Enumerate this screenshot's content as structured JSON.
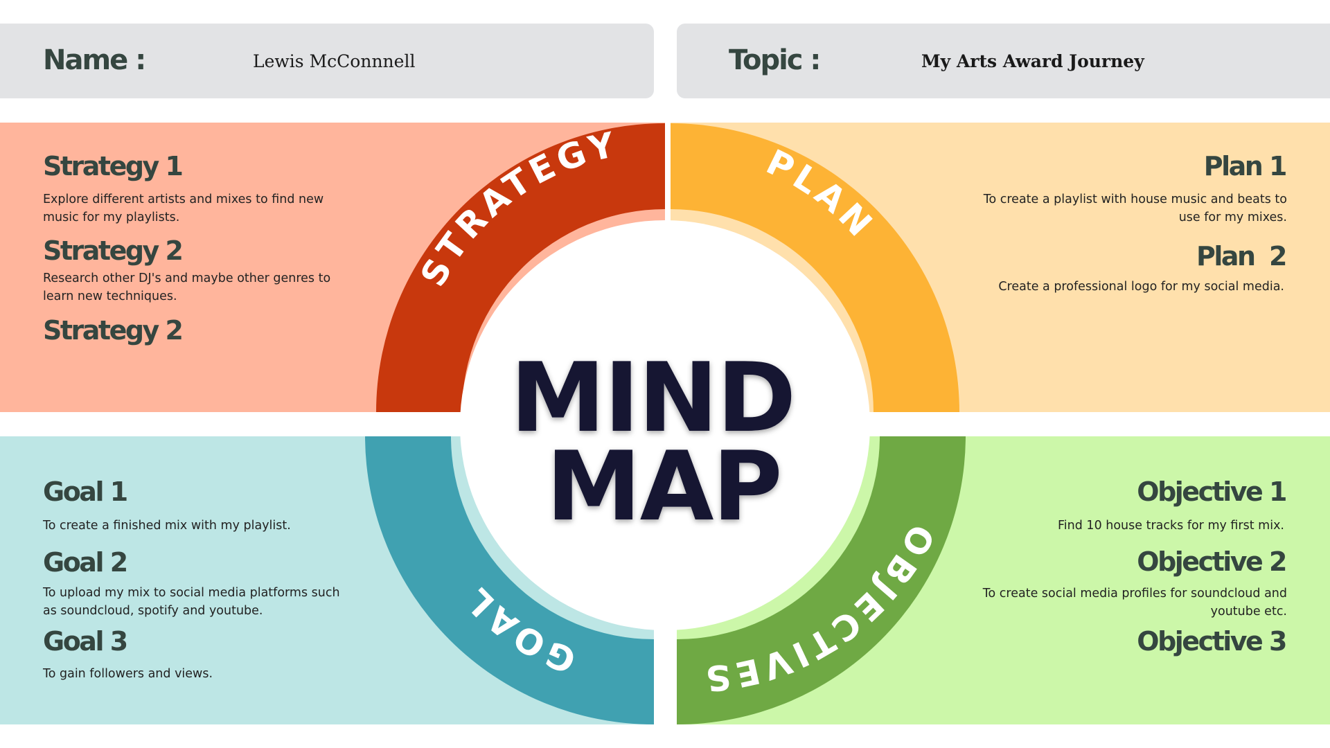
{
  "header": {
    "name_label": "Name :",
    "name_value": "Lewis McConnnell",
    "topic_label": "Topic :",
    "topic_value": "My Arts Award Journey"
  },
  "center": {
    "line1": "MIND",
    "line2": "MAP"
  },
  "segments": {
    "strategy": "STRATEGY",
    "plan": "PLAN",
    "goal": "GOAL",
    "objectives": "OBJECTIVES"
  },
  "strategy": {
    "items": [
      {
        "title": "Strategy 1",
        "text": "Explore different artists and mixes to find new music for my playlists."
      },
      {
        "title": "Strategy 2",
        "text": "Research other DJ's and maybe other genres to learn new techniques."
      },
      {
        "title": "Strategy 2",
        "text": ""
      }
    ]
  },
  "plan": {
    "items": [
      {
        "title": "Plan 1",
        "text": "To create a playlist with house music and beats to use for my mixes."
      },
      {
        "title": "Plan  2",
        "text": "Create a professional logo for my social media."
      }
    ]
  },
  "goal": {
    "items": [
      {
        "title": "Goal 1",
        "text": "To create a finished mix with my playlist."
      },
      {
        "title": "Goal 2",
        "text": "To upload my mix to social media platforms such as soundcloud, spotify and youtube."
      },
      {
        "title": "Goal 3",
        "text": "To gain followers and views."
      }
    ]
  },
  "objectives": {
    "items": [
      {
        "title": "Objective 1",
        "text": "Find 10 house tracks for my first mix."
      },
      {
        "title": "Objective 2",
        "text": "To create social media profiles for soundcloud and youtube etc."
      },
      {
        "title": "Objective 3",
        "text": ""
      }
    ]
  },
  "colors": {
    "strategy_ring": "#c8380d",
    "plan_ring": "#fdb335",
    "goal_ring": "#40a1b1",
    "objectives_ring": "#6fa944",
    "strategy_bg": "#ffb59c",
    "plan_bg": "#ffe0ac",
    "goal_bg": "#bde6e5",
    "objectives_bg": "#ccf7a9",
    "title_text": "#161630"
  }
}
